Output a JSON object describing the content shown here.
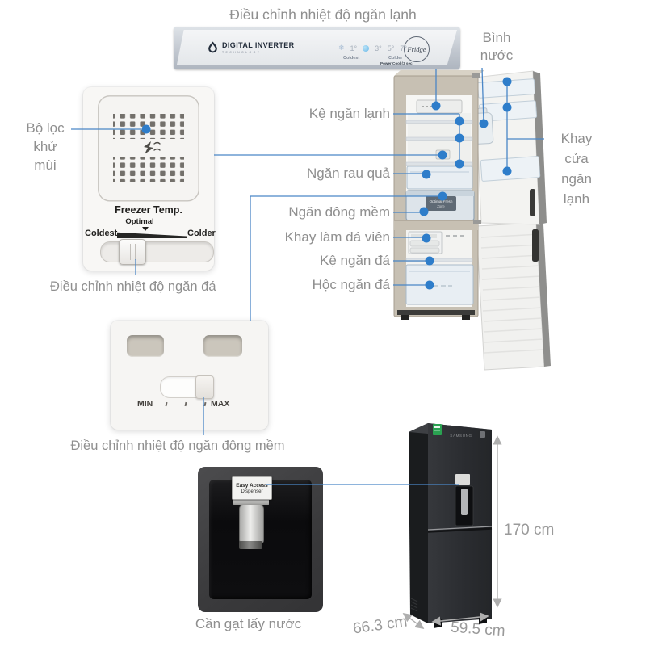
{
  "colors": {
    "label_gray": "#8f8f8f",
    "callout_blue": "#4a86c6",
    "dot_blue": "#2e7dca",
    "dimension_gray": "#9a9a9a",
    "arrow_gray": "#b0b0b0",
    "panel_silver": "#c8ccd2",
    "fridge_frame": "#c7c0b3",
    "closed_fridge_body": "#2c2e32"
  },
  "top": {
    "title": "Điều chỉnh nhiệt độ ngăn lạnh"
  },
  "control_panel": {
    "brand": "DIGITAL INVERTER",
    "brand_sub": "TECHNOLOGY",
    "snowflake": "❄",
    "temps": [
      "1°",
      "3°",
      "5°",
      "7°"
    ],
    "scale_left": "Coldest",
    "scale_right": "Colder",
    "fridge_button": "Fridge",
    "power_cool": "Power Cool (3 sec)"
  },
  "callout_labels": {
    "deodorizer_lines": [
      "Bộ lọc",
      "khử",
      "mùi"
    ],
    "water_bottle_lines": [
      "Bình",
      "nước"
    ],
    "door_tray_lines": [
      "Khay",
      "cửa",
      "ngăn",
      "lạnh"
    ],
    "fridge_shelf": "Kệ ngăn lạnh",
    "veg_drawer": "Ngăn rau quả",
    "soft_freeze": "Ngăn đông mềm",
    "ice_tray": "Khay làm đá viên",
    "freezer_shelf": "Kệ ngăn đá",
    "freezer_drawer": "Hộc ngăn đá"
  },
  "captions": {
    "freezer_temp": "Điều chỉnh nhiệt độ ngăn đá",
    "soft_freeze_temp": "Điều chỉnh nhiệt độ ngăn đông mềm",
    "dispenser_lever": "Cần gạt lấy nước"
  },
  "freezer_control": {
    "title": "Freezer Temp.",
    "optimal": "Optimal",
    "left": "Coldest",
    "right": "Colder"
  },
  "soft_freeze_control": {
    "min": "MIN",
    "max": "MAX"
  },
  "dispenser_tag": {
    "line1": "Easy Access",
    "line2": "Dispenser"
  },
  "fridge_interior": {
    "soft_zone_line1": "Optimal Fresh",
    "soft_zone_line2": "Zone"
  },
  "closed_fridge": {
    "brand": "SAMSUNG"
  },
  "dimensions": {
    "height": "170 cm",
    "depth": "66.3 cm",
    "width": "59.5 cm"
  }
}
